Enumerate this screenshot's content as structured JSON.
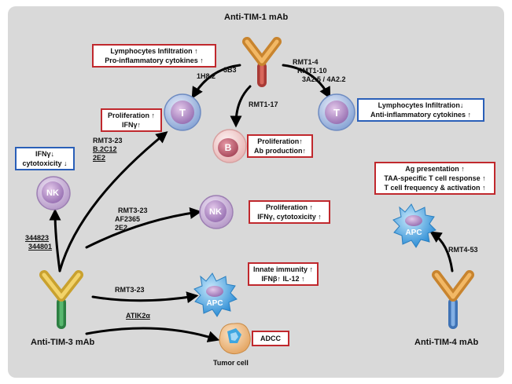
{
  "antibodies": {
    "tim1": "Anti-TIM-1 mAb",
    "tim3": "Anti-TIM-3 mAb",
    "tim4": "Anti-TIM-4 mAb"
  },
  "cells": {
    "t_left": "T",
    "t_right": "T",
    "b": "B",
    "nk_left": "NK",
    "nk_mid": "NK",
    "apc_mid": "APC",
    "apc_right": "APC",
    "tumor": "Tumor cell"
  },
  "clones": {
    "tim1_3b3": "3B3",
    "tim1_1h82": "1H8.2",
    "tim1_rmt14": "RMT1-4",
    "tim1_rmt110": "RMT1-10",
    "tim1_3a25": "3A2.5 / 4A2.2",
    "tim1_rmt117": "RMT1-17",
    "tim3_rmt323_t": "RMT3-23",
    "tim3_b2c12": "B.2C12",
    "tim3_2e2_t": "2E2",
    "tim3_344823": "344823",
    "tim3_344801": "344801",
    "tim3_rmt323_nk": "RMT3-23",
    "tim3_af2365": "AF2365",
    "tim3_2e2_nk": "2E2",
    "tim3_rmt323_apc": "RMT3-23",
    "tim3_atik2a": "ATIK2α",
    "tim4_rmt453": "RMT4-53"
  },
  "effects": {
    "tim1_left": [
      "Lymphocytes Infiltration ↑",
      "Pro-inflammatory cytokines ↑"
    ],
    "tim1_right": [
      "Lymphocytes Infiltration↓",
      "Anti-inflammatory cytokines ↑"
    ],
    "t_prolif": [
      "Proliferation ↑",
      "IFNγ↑"
    ],
    "b_prolif": [
      "Proliferation↑",
      "Ab production↑"
    ],
    "nk_left": [
      "IFNγ↓",
      "cytotoxicity ↓"
    ],
    "nk_mid": [
      "Proliferation ↑",
      "IFNγ, cytotoxicity ↑"
    ],
    "apc_mid": [
      "Innate immunity ↑",
      "IFNβ↑ IL-12 ↑"
    ],
    "adcc": [
      "ADCC"
    ],
    "apc_right": [
      "Ag presentation ↑",
      "TAA-specific T cell response ↑",
      "T cell frequency & activation ↑"
    ]
  },
  "colors": {
    "background": "#d9d9d9",
    "red_border": "#c0282d",
    "blue_border": "#2a5fb8",
    "tcell": "#8aa6d6",
    "nk": "#b79bc9",
    "b": "#f1cccc",
    "apc": "#4aa3e0",
    "tumor": "#f0c696",
    "ab_tim1_arms": "#e3a24a",
    "ab_tim1_stem": "#c14a3e",
    "ab_tim3_arms": "#e8c44a",
    "ab_tim3_stem": "#3c9a54",
    "ab_tim4_arms": "#e3a24a",
    "ab_tim4_stem": "#5a8fcf"
  }
}
